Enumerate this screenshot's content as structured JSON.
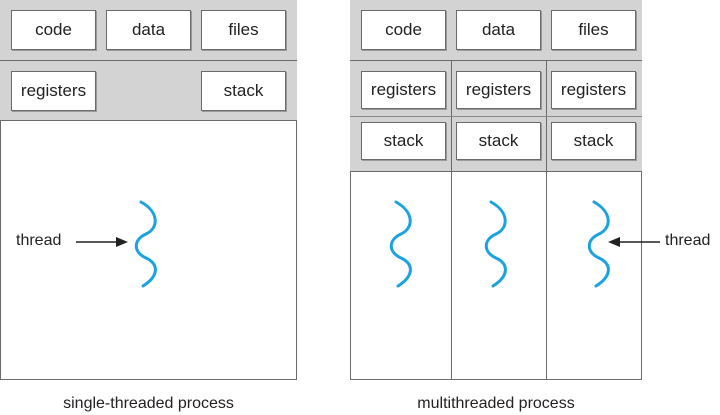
{
  "single": {
    "segments": {
      "code": "code",
      "data": "data",
      "files": "files"
    },
    "registers": "registers",
    "stack": "stack",
    "thread_label": "thread",
    "caption": "single-threaded process"
  },
  "multi": {
    "segments": {
      "code": "code",
      "data": "data",
      "files": "files"
    },
    "registers": [
      "registers",
      "registers",
      "registers"
    ],
    "stacks": [
      "stack",
      "stack",
      "stack"
    ],
    "thread_label": "thread",
    "caption": "multithreaded process"
  },
  "colors": {
    "thread_squiggle": "#1aa3e0",
    "band_fill": "#d3d3d3",
    "outline": "#6b6b6b"
  }
}
